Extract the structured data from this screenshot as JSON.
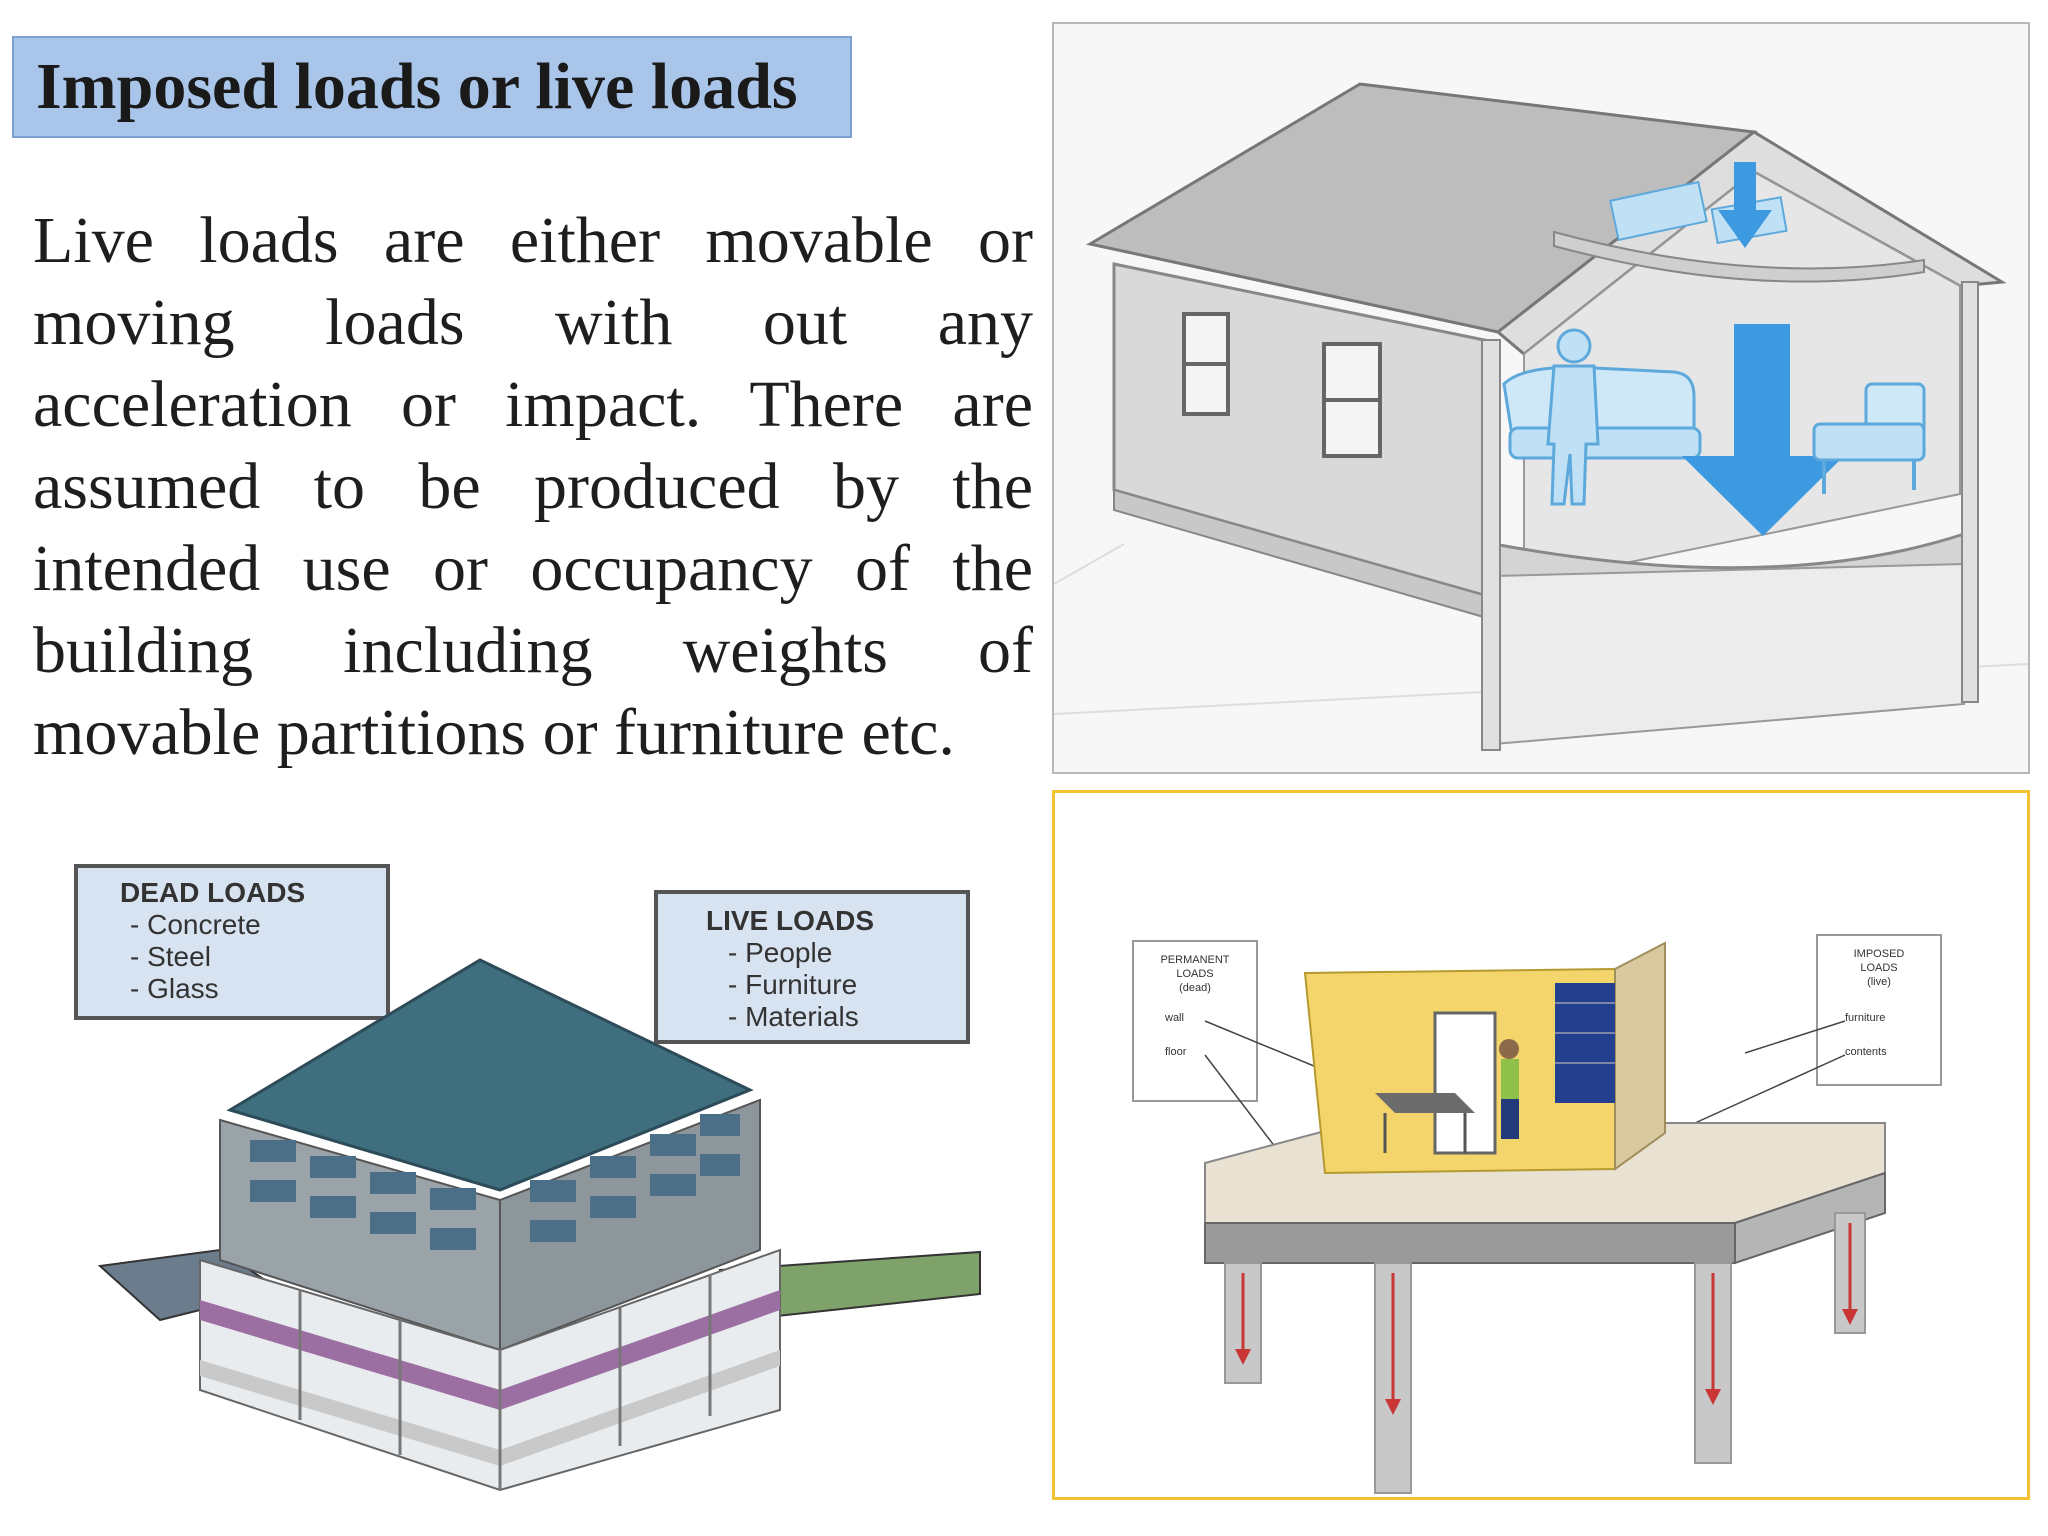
{
  "title": "Imposed loads or live loads",
  "body": "Live loads are either movable or moving loads with out any acceleration or impact. There are assumed to be produced by the intended use or occupancy of the building including weights of movable partitions or furniture etc.",
  "building_figure": {
    "dead_loads": {
      "heading": "DEAD LOADS",
      "items": [
        "- Concrete",
        "- Steel",
        "- Glass"
      ]
    },
    "live_loads": {
      "heading": "LIVE LOADS",
      "items": [
        "- People",
        "- Furniture",
        "- Materials"
      ]
    }
  },
  "floor_figure": {
    "permanent_loads": [
      "PERMANENT",
      "LOADS",
      "(dead)"
    ],
    "permanent_items": [
      "wall",
      "floor"
    ],
    "imposed_loads": [
      "IMPOSED",
      "LOADS",
      "(live)"
    ],
    "imposed_items": [
      "furniture",
      "contents"
    ]
  },
  "colors": {
    "title_fill": "#a9c6ea",
    "title_border": "#7aa1d2",
    "load_arrow": "#3d9ae0",
    "house_border": "#b8b8b8",
    "floor_border": "#f2c230"
  },
  "icons": [
    "house-cutaway-illustration",
    "load-arrow-icon",
    "person-figure-icon",
    "sofa-icon",
    "armchair-icon",
    "building-cutaway-illustration",
    "floor-slab-illustration"
  ]
}
